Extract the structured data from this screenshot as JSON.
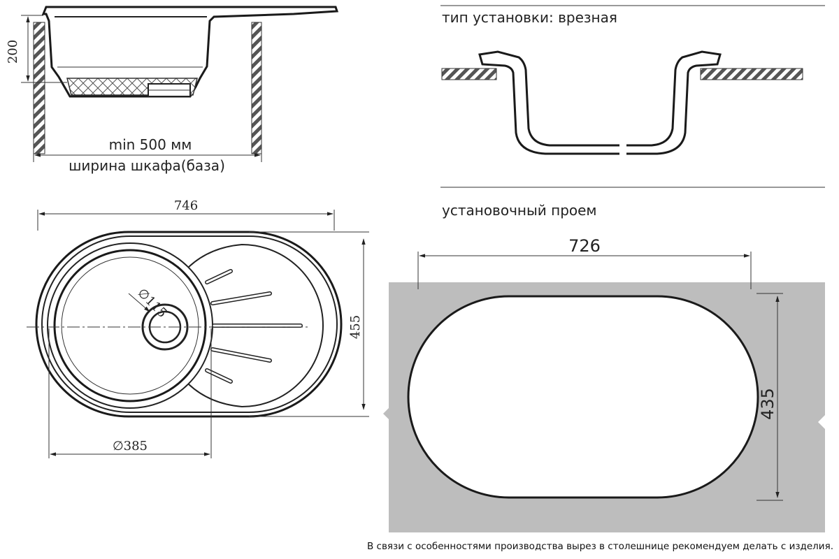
{
  "side_view": {
    "height_label": "200",
    "min_width_label": "min 500 мм",
    "cabinet_label": "ширина шкафа(база)"
  },
  "install_type": {
    "title": "тип установки: врезная"
  },
  "top_view": {
    "width_label": "746",
    "height_label": "455",
    "bowl_diameter_label": "∅385",
    "drain_diameter_label": "∅115"
  },
  "cutout": {
    "title": "установочный проем",
    "width_label": "726",
    "height_label": "435",
    "countertop_color": "#bdbdbd"
  },
  "footer": {
    "note": "В связи с особенностями производства вырез в столешнице рекомендуем делать с изделия."
  }
}
